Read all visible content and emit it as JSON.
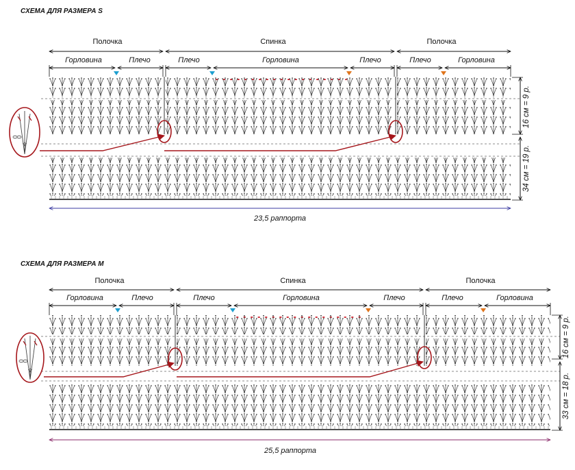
{
  "colors": {
    "ink": "#111111",
    "chart_line": "#444444",
    "callout_red": "#a5161b",
    "marker_cyan": "#1e9fd0",
    "marker_orange": "#e0751c",
    "dot_red": "#d0303a",
    "total_line_s": "#3a3aa0",
    "total_line_m": "#8a2a6a"
  },
  "size_s": {
    "title": "СХЕМА ДЛЯ РАЗМЕРА S",
    "sections": {
      "front_left": "Полочка",
      "back": "Спинка",
      "front_right": "Полочка"
    },
    "subsections": {
      "fl_neck": "Горловина",
      "fl_shoulder": "Плечо",
      "b_shoulder_1": "Плечо",
      "b_neck": "Горловина",
      "b_shoulder_2": "Плечо",
      "fr_shoulder": "Плечо",
      "fr_neck": "Горловина"
    },
    "upper_height": "16 см = 9 р.",
    "lower_height": "34 см = 19 р.",
    "total_width": "23,5 раппорта",
    "callout_icon": "stitch-detail-icon"
  },
  "size_m": {
    "title": "СХЕМА ДЛЯ РАЗМЕРА M",
    "sections": {
      "front_left": "Полочка",
      "back": "Спинка",
      "front_right": "Полочка"
    },
    "subsections": {
      "fl_neck": "Горловина",
      "fl_shoulder": "Плечо",
      "b_shoulder_1": "Плечо",
      "b_neck": "Горловина",
      "b_shoulder_2": "Плечо",
      "fr_shoulder": "Плечо",
      "fr_neck": "Горловина"
    },
    "upper_height": "16 см = 9 р.",
    "lower_height": "33 см = 18 р.",
    "total_width": "25,5 раппорта",
    "callout_icon": "stitch-detail-icon"
  }
}
